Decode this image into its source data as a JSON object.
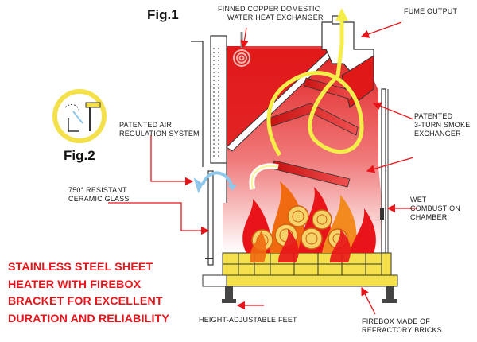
{
  "figures": {
    "fig1": "Fig.1",
    "fig2": "Fig.2"
  },
  "labels": {
    "finned_copper": [
      "FINNED COPPER DOMESTIC",
      "WATER HEAT EXCHANGER"
    ],
    "fume_output": "FUME OUTPUT",
    "air_regulation": [
      "PATENTED AIR",
      "REGULATION SYSTEM"
    ],
    "smoke_exchanger": [
      "PATENTED",
      "3-TURN SMOKE",
      "EXCHANGER"
    ],
    "ceramic_glass": [
      "750° RESISTANT",
      "CERAMIC GLASS"
    ],
    "wet_chamber": [
      "WET",
      "COMBUSTION",
      "CHAMBER"
    ],
    "feet": "HEIGHT-ADJUSTABLE FEET",
    "firebox": [
      "FIREBOX MADE OF",
      "REFRACTORY BRICKS"
    ]
  },
  "headline": [
    "STAINLESS STEEL SHEET",
    "HEATER WITH FIREBOX",
    "BRACKET FOR EXCELLENT",
    "DURATION AND RELIABILITY"
  ],
  "colors": {
    "accent_red": "#e8141a",
    "chamber_red": "#e23030",
    "brick_yellow": "#f4e04a",
    "smoke_yellow": "#f5ee4a",
    "air_blue": "#8fc8ea",
    "outline": "#222222"
  }
}
